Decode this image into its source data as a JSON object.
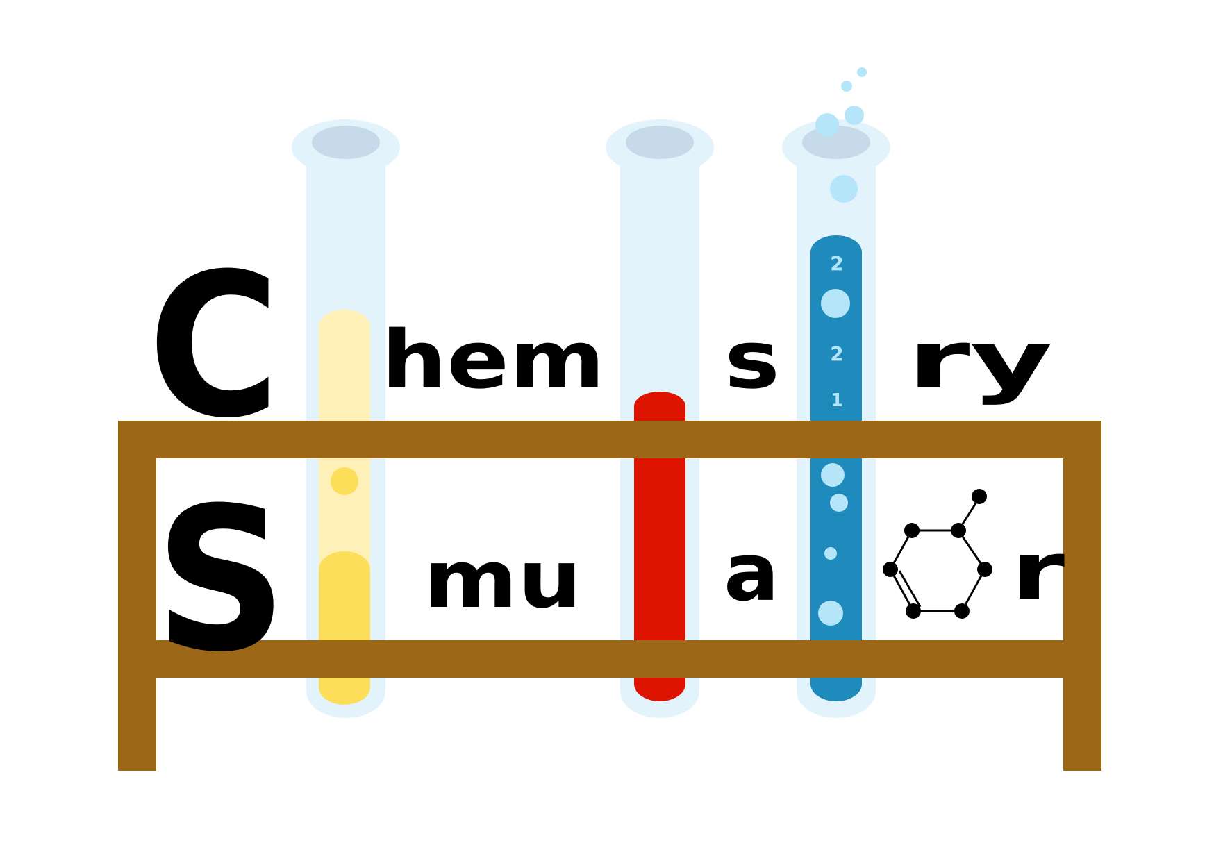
{
  "logo": {
    "line1": {
      "initial": "C",
      "segments": [
        "hem",
        "s",
        "ry"
      ]
    },
    "line2": {
      "initial": "S",
      "segments": [
        "mu",
        "a",
        "r"
      ]
    },
    "tube_numbers": [
      "2",
      "2",
      "1"
    ]
  },
  "colors": {
    "rack": "#9C6716",
    "glass": "#E3F3FB",
    "glass_rim": "#C7DAEA",
    "yellow_light": "#FEF0B6",
    "yellow": "#FDDE5B",
    "red": "#DD1500",
    "blue": "#1F8ABC",
    "bubble": "#B5E5F9",
    "ink": "#000000"
  },
  "icons": [
    "test-tube-icon",
    "molecule-icon",
    "bubble-icon",
    "test-tube-rack-icon"
  ]
}
